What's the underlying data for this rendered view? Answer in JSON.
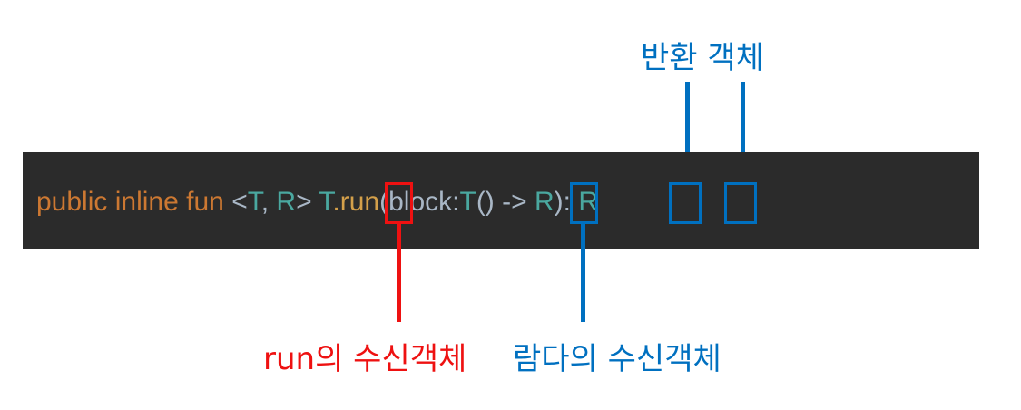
{
  "code": {
    "kw_public": "public",
    "kw_inline": "inline",
    "kw_fun": "fun",
    "lt": "<",
    "type_T1": "T",
    "comma": ", ",
    "type_R1": "R",
    "gt": "> ",
    "receiver_T": "T",
    "dot": ".",
    "fn_run": "run",
    "paren_open": "(",
    "param_block": "block",
    "colon": ":",
    "lambda_receiver_T": "T",
    "lambda_sig": "() -> ",
    "lambda_return_R": "R",
    "paren_close": ")",
    "colon_space": ": ",
    "return_R": "R"
  },
  "annotations": {
    "return_object": "반환 객체",
    "run_receiver": "run의 수신객체",
    "lambda_receiver": "람다의 수신객체"
  },
  "colors": {
    "background": "#ffffff",
    "code_bar": "#2b2b2b",
    "keyword": "#cc7832",
    "type_param": "#4aa8a0",
    "plain": "#a9b7c6",
    "function": "#d4a04a",
    "annotation_blue": "#0070c0",
    "annotation_red": "#ee1111"
  }
}
